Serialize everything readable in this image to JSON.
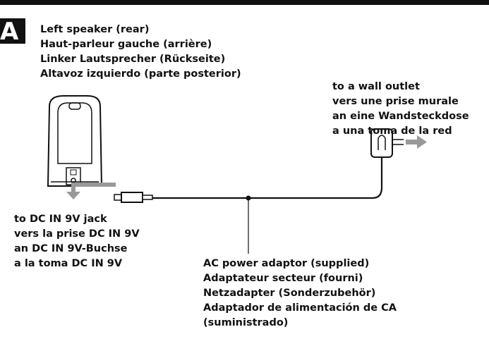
{
  "figure": {
    "label": "A"
  },
  "colors": {
    "ink": "#111111",
    "arrow_gray": "#999999",
    "background": "#ffffff"
  },
  "speaker_label": [
    "Left speaker (rear)",
    "Haut-parleur gauche (arrière)",
    "Linker Lautsprecher (Rückseite)",
    "Altavoz izquierdo (parte posterior)"
  ],
  "outlet_label": [
    "to a wall outlet",
    "vers une prise murale",
    "an eine Wandsteckdose",
    "a una toma de la red"
  ],
  "jack_label": [
    "to DC IN 9V jack",
    "vers la prise DC IN 9V",
    "an DC IN 9V-Buchse",
    "a la toma DC IN 9V"
  ],
  "adaptor_label": [
    "AC power adaptor (supplied)",
    "Adaptateur secteur (fourni)",
    "Netzadapter (Sonderzubehör)",
    "Adaptador de alimentación de CA",
    "(suministrado)"
  ]
}
